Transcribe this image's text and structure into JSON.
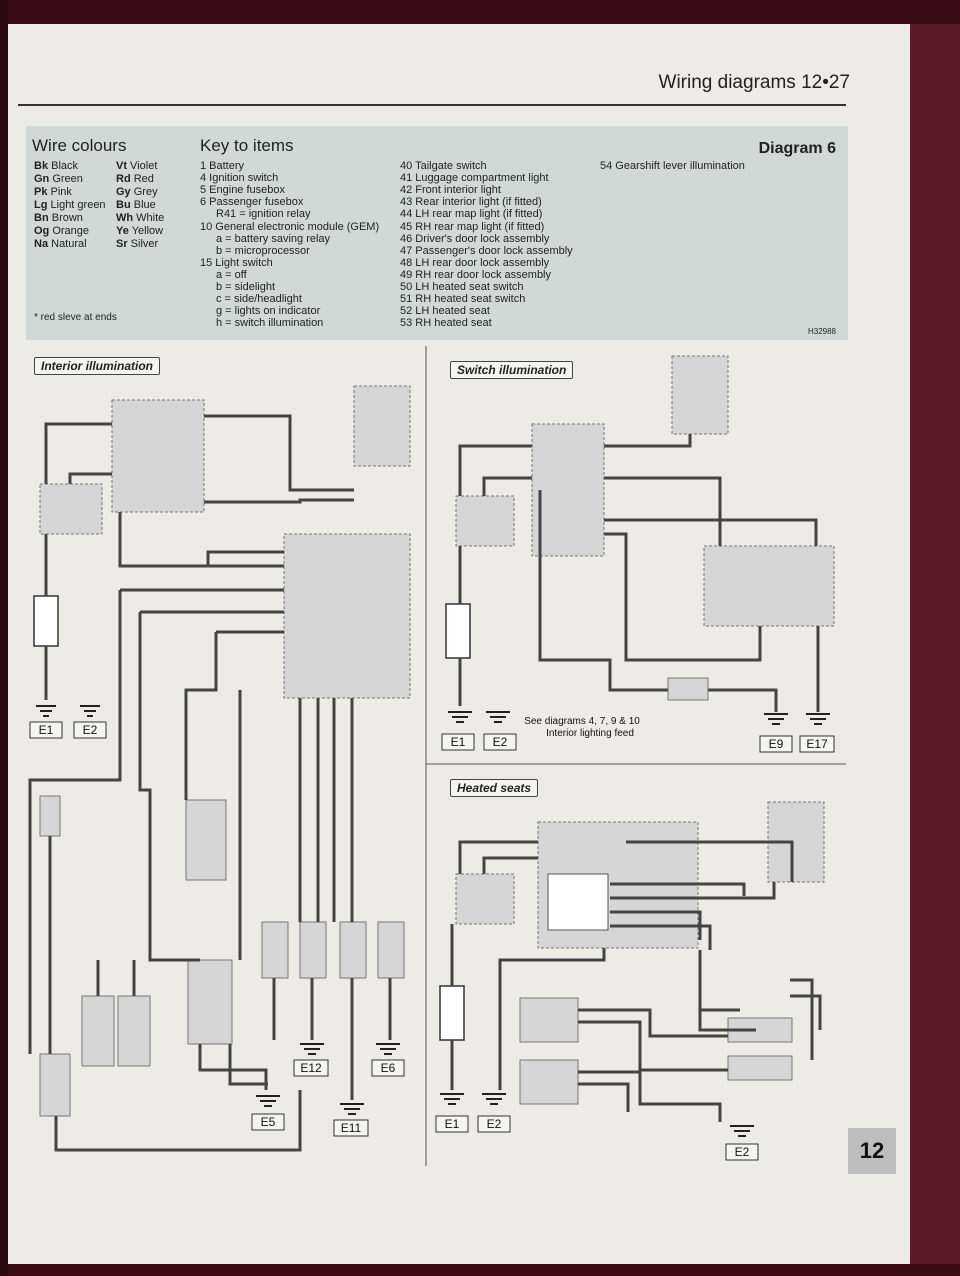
{
  "header": {
    "title": "Wiring diagrams 12•27"
  },
  "wire_colours": {
    "title": "Wire colours",
    "items": [
      {
        "code": "Bk",
        "name": "Black"
      },
      {
        "code": "Gn",
        "name": "Green"
      },
      {
        "code": "Pk",
        "name": "Pink"
      },
      {
        "code": "Lg",
        "name": "Light green"
      },
      {
        "code": "Bn",
        "name": "Brown"
      },
      {
        "code": "Og",
        "name": "Orange"
      },
      {
        "code": "Na",
        "name": "Natural"
      },
      {
        "code": "Vt",
        "name": "Violet"
      },
      {
        "code": "Rd",
        "name": "Red"
      },
      {
        "code": "Gy",
        "name": "Grey"
      },
      {
        "code": "Bu",
        "name": "Blue"
      },
      {
        "code": "Wh",
        "name": "White"
      },
      {
        "code": "Ye",
        "name": "Yellow"
      },
      {
        "code": "Sr",
        "name": "Silver"
      }
    ],
    "note": "* red sleve at ends"
  },
  "key_to_items": {
    "title": "Key to items",
    "col1": [
      "1  Battery",
      "4  Ignition switch",
      "5  Engine fusebox",
      "6  Passenger fusebox",
      "R41 = ignition relay",
      "10 General electronic module (GEM)",
      "a = battery saving relay",
      "b = microprocessor",
      "15 Light switch",
      "a = off",
      "b = sidelight",
      "c = side/headlight",
      "g = lights on indicator",
      "h = switch illumination"
    ],
    "col2": [
      "40 Tailgate switch",
      "41 Luggage compartment light",
      "42 Front interior light",
      "43 Rear interior light (if fitted)",
      "44 LH rear map light (if fitted)",
      "45 RH rear map light (if fitted)",
      "46 Driver's door lock assembly",
      "47 Passenger's door lock assembly",
      "48 LH rear door lock assembly",
      "49 RH rear door lock assembly",
      "50 LH heated seat switch",
      "51 RH heated seat switch",
      "52 LH heated seat",
      "53 RH heated seat"
    ],
    "col3": [
      "54 Gearshift lever illumination"
    ]
  },
  "diagram_label": "Diagram 6",
  "ref_code": "H32988",
  "sections": {
    "interior": "Interior illumination",
    "switch": "Switch illumination",
    "heated": "Heated seats"
  },
  "notes": {
    "see_diagrams": "See diagrams 4, 7, 9 & 10",
    "interior_feed": "Interior lighting feed"
  },
  "page_tab": "12",
  "grounds": {
    "e1": "E1",
    "e2": "E2",
    "e5": "E5",
    "e6": "E6",
    "e9": "E9",
    "e11": "E11",
    "e12": "E12",
    "e17": "E17"
  }
}
